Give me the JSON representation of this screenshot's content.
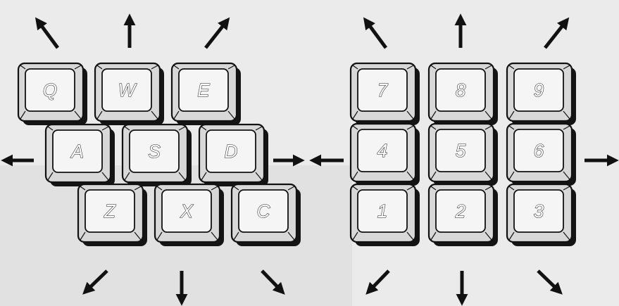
{
  "colors": {
    "background": "#ebebeb",
    "page_panel": "#e1e1e1",
    "key_face": "#f5f5f5",
    "key_side": "#d8d8d8",
    "key_shadow": "#141414",
    "outline": "#111111",
    "arrow": "#111111"
  },
  "letter_pad": {
    "rows": [
      [
        "Q",
        "W",
        "E"
      ],
      [
        "A",
        "S",
        "D"
      ],
      [
        "Z",
        "X",
        "C"
      ]
    ]
  },
  "number_pad": {
    "rows": [
      [
        "7",
        "8",
        "9"
      ],
      [
        "4",
        "5",
        "6"
      ],
      [
        "1",
        "2",
        "3"
      ]
    ]
  },
  "directions": [
    "up-left",
    "up",
    "up-right",
    "left",
    "right",
    "down-left",
    "down",
    "down-right"
  ],
  "icons": {
    "arrow": "direction-arrow-icon"
  }
}
